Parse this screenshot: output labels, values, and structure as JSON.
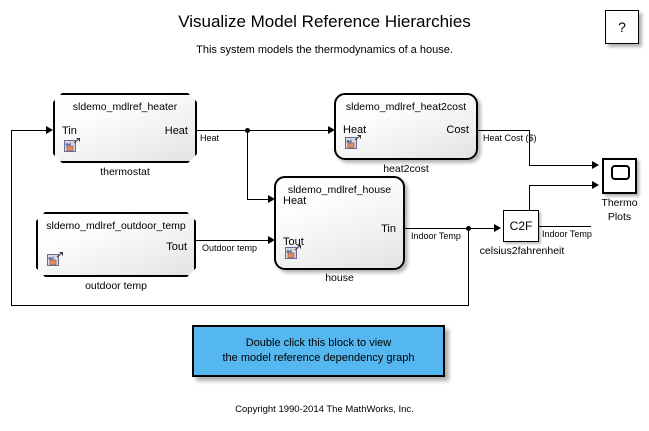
{
  "page": {
    "title": "Visualize Model Reference Hierarchies",
    "subtitle": "This system models the thermodynamics of a house.",
    "copyright": "Copyright 1990-2014 The MathWorks, Inc."
  },
  "help_button": {
    "label": "?",
    "icon": "question-mark-icon"
  },
  "blocks": {
    "thermostat": {
      "model_name": "sldemo_mdlref_heater",
      "caption": "thermostat",
      "input_ports": [
        "Tin"
      ],
      "output_ports": [
        "Heat"
      ],
      "icon": "model-reference-icon"
    },
    "outdoor_temp": {
      "model_name": "sldemo_mdlref_outdoor_temp",
      "caption": "outdoor temp",
      "input_ports": [],
      "output_ports": [
        "Tout"
      ],
      "icon": "model-reference-icon"
    },
    "heat2cost": {
      "model_name": "sldemo_mdlref_heat2cost",
      "caption": "heat2cost",
      "input_ports": [
        "Heat"
      ],
      "output_ports": [
        "Cost"
      ],
      "icon": "model-reference-icon"
    },
    "house": {
      "model_name": "sldemo_mdlref_house",
      "caption": "house",
      "input_ports": [
        "Heat",
        "Tout"
      ],
      "output_ports": [
        "Tin"
      ],
      "icon": "model-reference-icon"
    },
    "celsius2fahrenheit": {
      "label": "C2F",
      "caption": "celsius2fahrenheit"
    },
    "thermo_plots": {
      "caption_line1": "Thermo",
      "caption_line2": "Plots",
      "icon": "scope-icon"
    }
  },
  "signals": {
    "heat": "Heat",
    "outdoor_temp": "Outdoor temp",
    "heat_cost": "Heat Cost ($)",
    "indoor_temp": "Indoor Temp",
    "indoor_temp_f": "Indoor Temp"
  },
  "annotation": {
    "line1": "Double click this block to view",
    "line2": "the model reference dependency graph",
    "background_color": "#55b7f0"
  },
  "colors": {
    "annotation_blue": "#55b7f0",
    "line": "#000000",
    "block_fill": "#ededed",
    "canvas": "#ffffff"
  }
}
